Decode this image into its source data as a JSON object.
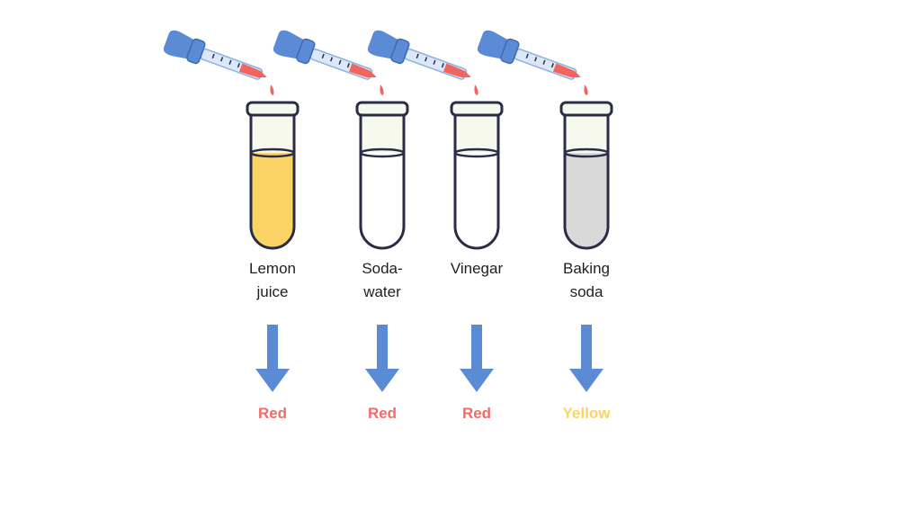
{
  "colors": {
    "dropper_blue": "#5b8bd4",
    "indicator_red": "#f0665f",
    "arrow_blue": "#5b8bd4",
    "outline": "#2a2d45",
    "glass": "#f7f9ee"
  },
  "tubes": [
    {
      "label_line1": "Lemon",
      "label_line2": "juice",
      "liquid_color": "#fbd465",
      "result": "Red",
      "result_color": "#f26b66"
    },
    {
      "label_line1": "Soda-",
      "label_line2": "water",
      "liquid_color": "#ffffff",
      "result": "Red",
      "result_color": "#f26b66"
    },
    {
      "label_line1": "Vinegar",
      "label_line2": "",
      "liquid_color": "#ffffff",
      "result": "Red",
      "result_color": "#f26b66"
    },
    {
      "label_line1": "Baking",
      "label_line2": "soda",
      "liquid_color": "#d9d9d9",
      "result": "Yellow",
      "result_color": "#fbd465"
    }
  ]
}
